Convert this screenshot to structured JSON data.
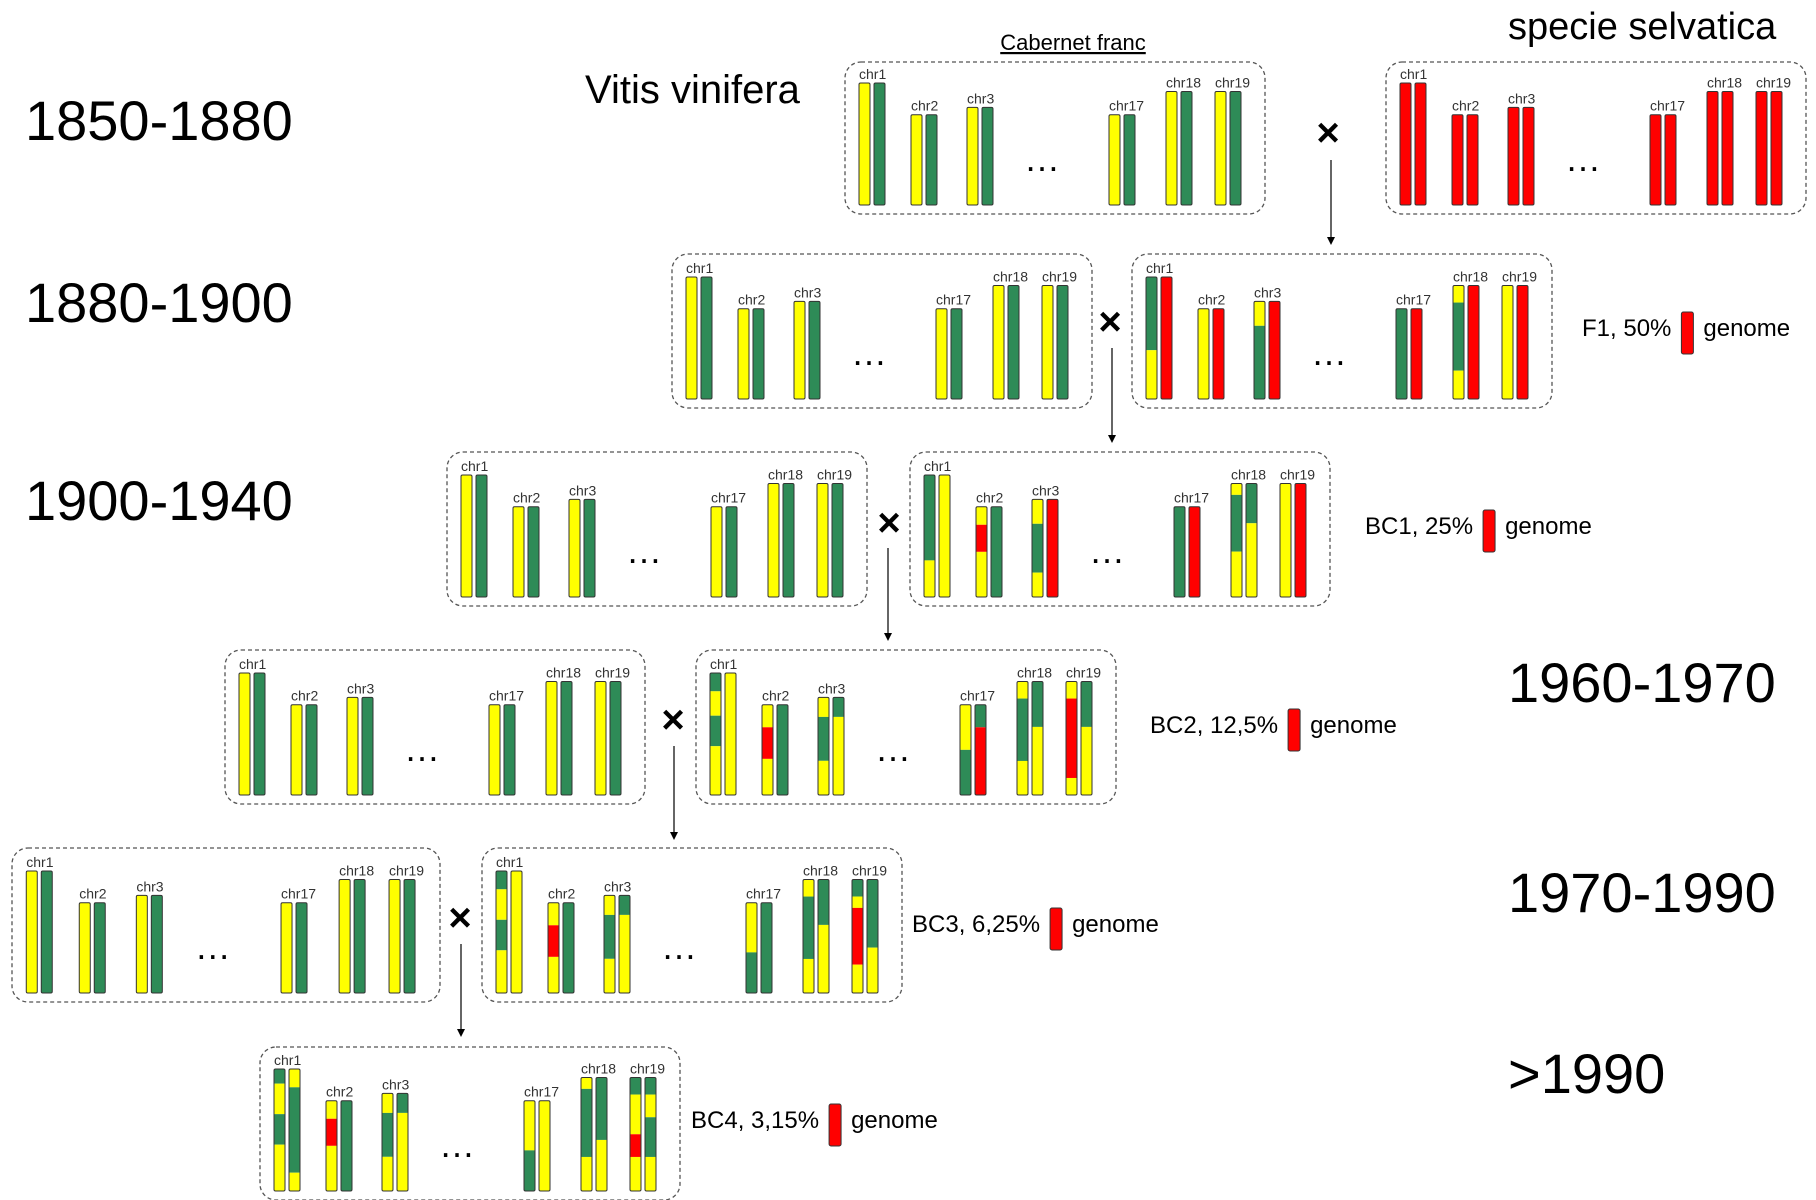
{
  "colors": {
    "vinifera": "#ffff00",
    "vinifera_alt": "#2e8b57",
    "wild": "#ff0000",
    "box_border": "#555555"
  },
  "header": {
    "cultivar": "Cabernet franc",
    "species_left": "Vitis vinifera",
    "species_right": "specie selvatica"
  },
  "periods": {
    "p1": "1850-1880",
    "p2": "1880-1900",
    "p3": "1900-1940",
    "p4": "1960-1970",
    "p5": "1970-1990",
    "p6": ">1990"
  },
  "cross_symbol": "×",
  "ellipsis": "…",
  "chromosome_labels": [
    "chr1",
    "chr2",
    "chr3",
    "chr17",
    "chr18",
    "chr19"
  ],
  "generation_labels": [
    {
      "name": "F1,",
      "percent": "50%",
      "suffix": "genome"
    },
    {
      "name": "BC1,",
      "percent": "25%",
      "suffix": "genome"
    },
    {
      "name": "BC2,",
      "percent": "12,5%",
      "suffix": "genome"
    },
    {
      "name": "BC3,",
      "percent": "6,25%",
      "suffix": "genome"
    },
    {
      "name": "BC4,",
      "percent": "3,15%",
      "suffix": "genome"
    }
  ],
  "genotypes": {
    "parent_vinifera": [
      [
        [
          "Y",
          1
        ]
      ],
      [
        [
          "G",
          1
        ]
      ],
      [
        [
          "Y",
          1
        ]
      ],
      [
        [
          "G",
          1
        ]
      ],
      [
        [
          "Y",
          1
        ]
      ],
      [
        [
          "G",
          1
        ]
      ],
      [
        [
          "Y",
          1
        ]
      ],
      [
        [
          "G",
          1
        ]
      ],
      [
        [
          "Y",
          1
        ]
      ],
      [
        [
          "G",
          1
        ]
      ],
      [
        [
          "Y",
          1
        ]
      ],
      [
        [
          "G",
          1
        ]
      ]
    ],
    "parent_wild": [
      [
        [
          "R",
          1
        ]
      ],
      [
        [
          "R",
          1
        ]
      ],
      [
        [
          "R",
          1
        ]
      ],
      [
        [
          "R",
          1
        ]
      ],
      [
        [
          "R",
          1
        ]
      ],
      [
        [
          "R",
          1
        ]
      ],
      [
        [
          "R",
          1
        ]
      ],
      [
        [
          "R",
          1
        ]
      ],
      [
        [
          "R",
          1
        ]
      ],
      [
        [
          "R",
          1
        ]
      ],
      [
        [
          "R",
          1
        ]
      ],
      [
        [
          "R",
          1
        ]
      ]
    ],
    "F1": [
      [
        [
          "G",
          0.6
        ],
        [
          "Y",
          0.4
        ]
      ],
      [
        [
          "R",
          1
        ]
      ],
      [
        [
          "Y",
          1
        ]
      ],
      [
        [
          "R",
          1
        ]
      ],
      [
        [
          "Y",
          0.25
        ],
        [
          "G",
          0.75
        ]
      ],
      [
        [
          "R",
          1
        ]
      ],
      [
        [
          "G",
          1
        ]
      ],
      [
        [
          "R",
          1
        ]
      ],
      [
        [
          "Y",
          0.15
        ],
        [
          "G",
          0.6
        ],
        [
          "Y",
          0.25
        ]
      ],
      [
        [
          "R",
          1
        ]
      ],
      [
        [
          "Y",
          1
        ]
      ],
      [
        [
          "R",
          1
        ]
      ]
    ],
    "BC1": [
      [
        [
          "G",
          0.7
        ],
        [
          "Y",
          0.3
        ]
      ],
      [
        [
          "Y",
          1
        ]
      ],
      [
        [
          "Y",
          0.2
        ],
        [
          "R",
          0.3
        ],
        [
          "Y",
          0.5
        ]
      ],
      [
        [
          "G",
          1
        ]
      ],
      [
        [
          "Y",
          0.25
        ],
        [
          "G",
          0.5
        ],
        [
          "Y",
          0.25
        ]
      ],
      [
        [
          "R",
          1
        ]
      ],
      [
        [
          "G",
          1
        ]
      ],
      [
        [
          "R",
          1
        ]
      ],
      [
        [
          "Y",
          0.1
        ],
        [
          "G",
          0.5
        ],
        [
          "Y",
          0.4
        ]
      ],
      [
        [
          "G",
          0.35
        ],
        [
          "Y",
          0.65
        ]
      ],
      [
        [
          "Y",
          1
        ]
      ],
      [
        [
          "R",
          1
        ]
      ]
    ],
    "BC2": [
      [
        [
          "G",
          0.15
        ],
        [
          "Y",
          0.2
        ],
        [
          "G",
          0.25
        ],
        [
          "Y",
          0.4
        ]
      ],
      [
        [
          "Y",
          1
        ]
      ],
      [
        [
          "Y",
          0.25
        ],
        [
          "R",
          0.35
        ],
        [
          "Y",
          0.4
        ]
      ],
      [
        [
          "G",
          1
        ]
      ],
      [
        [
          "Y",
          0.2
        ],
        [
          "G",
          0.45
        ],
        [
          "Y",
          0.35
        ]
      ],
      [
        [
          "G",
          0.2
        ],
        [
          "Y",
          0.8
        ]
      ],
      [
        [
          "Y",
          0.5
        ],
        [
          "G",
          0.5
        ]
      ],
      [
        [
          "G",
          0.25
        ],
        [
          "R",
          0.75
        ]
      ],
      [
        [
          "Y",
          0.15
        ],
        [
          "G",
          0.55
        ],
        [
          "Y",
          0.3
        ]
      ],
      [
        [
          "G",
          0.4
        ],
        [
          "Y",
          0.6
        ]
      ],
      [
        [
          "Y",
          0.15
        ],
        [
          "R",
          0.7
        ],
        [
          "Y",
          0.15
        ]
      ],
      [
        [
          "G",
          0.4
        ],
        [
          "Y",
          0.6
        ]
      ]
    ],
    "BC3": [
      [
        [
          "G",
          0.15
        ],
        [
          "Y",
          0.25
        ],
        [
          "G",
          0.25
        ],
        [
          "Y",
          0.35
        ]
      ],
      [
        [
          "Y",
          1
        ]
      ],
      [
        [
          "Y",
          0.25
        ],
        [
          "R",
          0.35
        ],
        [
          "Y",
          0.4
        ]
      ],
      [
        [
          "G",
          1
        ]
      ],
      [
        [
          "Y",
          0.2
        ],
        [
          "G",
          0.45
        ],
        [
          "Y",
          0.35
        ]
      ],
      [
        [
          "G",
          0.2
        ],
        [
          "Y",
          0.8
        ]
      ],
      [
        [
          "Y",
          0.55
        ],
        [
          "G",
          0.45
        ]
      ],
      [
        [
          "G",
          1
        ]
      ],
      [
        [
          "Y",
          0.15
        ],
        [
          "G",
          0.55
        ],
        [
          "Y",
          0.3
        ]
      ],
      [
        [
          "G",
          0.4
        ],
        [
          "Y",
          0.6
        ]
      ],
      [
        [
          "G",
          0.15
        ],
        [
          "Y",
          0.1
        ],
        [
          "R",
          0.5
        ],
        [
          "Y",
          0.25
        ]
      ],
      [
        [
          "G",
          0.6
        ],
        [
          "Y",
          0.4
        ]
      ]
    ],
    "BC4": [
      [
        [
          "G",
          0.12
        ],
        [
          "Y",
          0.25
        ],
        [
          "G",
          0.25
        ],
        [
          "Y",
          0.38
        ]
      ],
      [
        [
          "Y",
          0.15
        ],
        [
          "G",
          0.7
        ],
        [
          "Y",
          0.15
        ]
      ],
      [
        [
          "Y",
          0.2
        ],
        [
          "R",
          0.3
        ],
        [
          "Y",
          0.5
        ]
      ],
      [
        [
          "G",
          1
        ]
      ],
      [
        [
          "Y",
          0.2
        ],
        [
          "G",
          0.45
        ],
        [
          "Y",
          0.35
        ]
      ],
      [
        [
          "G",
          0.2
        ],
        [
          "Y",
          0.8
        ]
      ],
      [
        [
          "Y",
          0.55
        ],
        [
          "G",
          0.45
        ]
      ],
      [
        [
          "Y",
          1
        ]
      ],
      [
        [
          "Y",
          0.1
        ],
        [
          "G",
          0.6
        ],
        [
          "Y",
          0.3
        ]
      ],
      [
        [
          "G",
          0.55
        ],
        [
          "Y",
          0.45
        ]
      ],
      [
        [
          "G",
          0.15
        ],
        [
          "Y",
          0.35
        ],
        [
          "R",
          0.2
        ],
        [
          "Y",
          0.3
        ]
      ],
      [
        [
          "G",
          0.15
        ],
        [
          "Y",
          0.2
        ],
        [
          "G",
          0.35
        ],
        [
          "Y",
          0.3
        ]
      ]
    ]
  }
}
